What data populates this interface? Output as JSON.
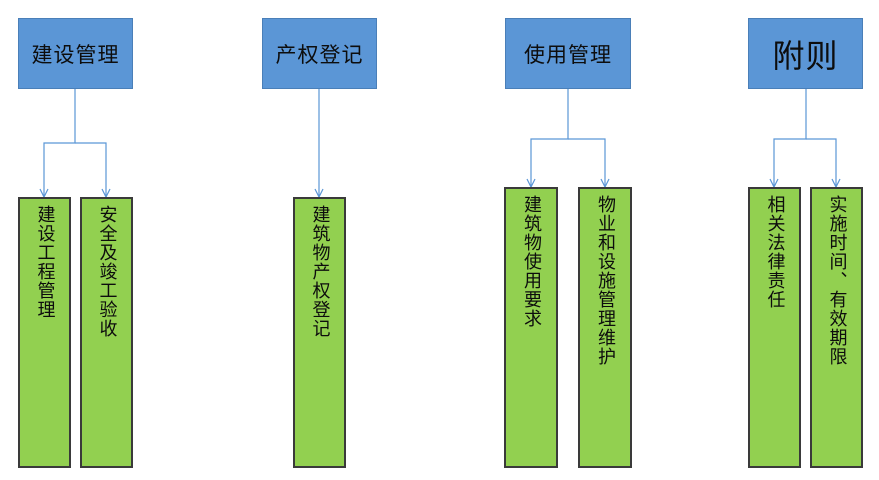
{
  "sections": [
    {
      "title": "建设管理",
      "items": [
        "建设工程管理",
        "安全及竣工验收"
      ]
    },
    {
      "title": "产权登记",
      "items": [
        "建筑物产权登记"
      ]
    },
    {
      "title": "使用管理",
      "items": [
        "建筑物使用要求",
        "物业和设施管理维护"
      ]
    },
    {
      "title": "附则",
      "items": [
        "相关法律责任",
        "实施时间、有效期限"
      ]
    }
  ],
  "colors": {
    "header": "#5b96d6",
    "leaf": "#92d050",
    "connector": "#5b96d6",
    "leaf_border": "#3a3a3a"
  }
}
